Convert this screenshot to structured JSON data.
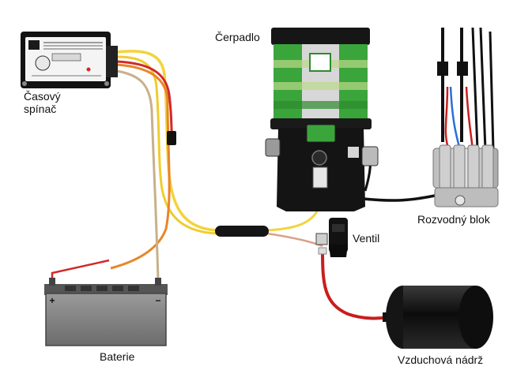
{
  "labels": {
    "timer_line1": "Časový",
    "timer_line2": "spínač",
    "pump": "Čerpadlo",
    "distribution_block": "Rozvodný blok",
    "valve": "Ventil",
    "battery": "Baterie",
    "air_tank": "Vzduchová nádrž"
  },
  "battery_terminals": {
    "plus": "+",
    "minus": "−"
  },
  "colors": {
    "wire_yellow": "#f2d43a",
    "wire_orange": "#e8862a",
    "wire_red": "#d02a2a",
    "wire_tan": "#c8b08a",
    "wire_black": "#111111",
    "hose_red": "#c81e1e",
    "hose_blue": "#2b6fd6",
    "pump_green": "#3aa53a",
    "pump_body": "#1a1a1a",
    "battery_gray": "#8a8a8a"
  }
}
